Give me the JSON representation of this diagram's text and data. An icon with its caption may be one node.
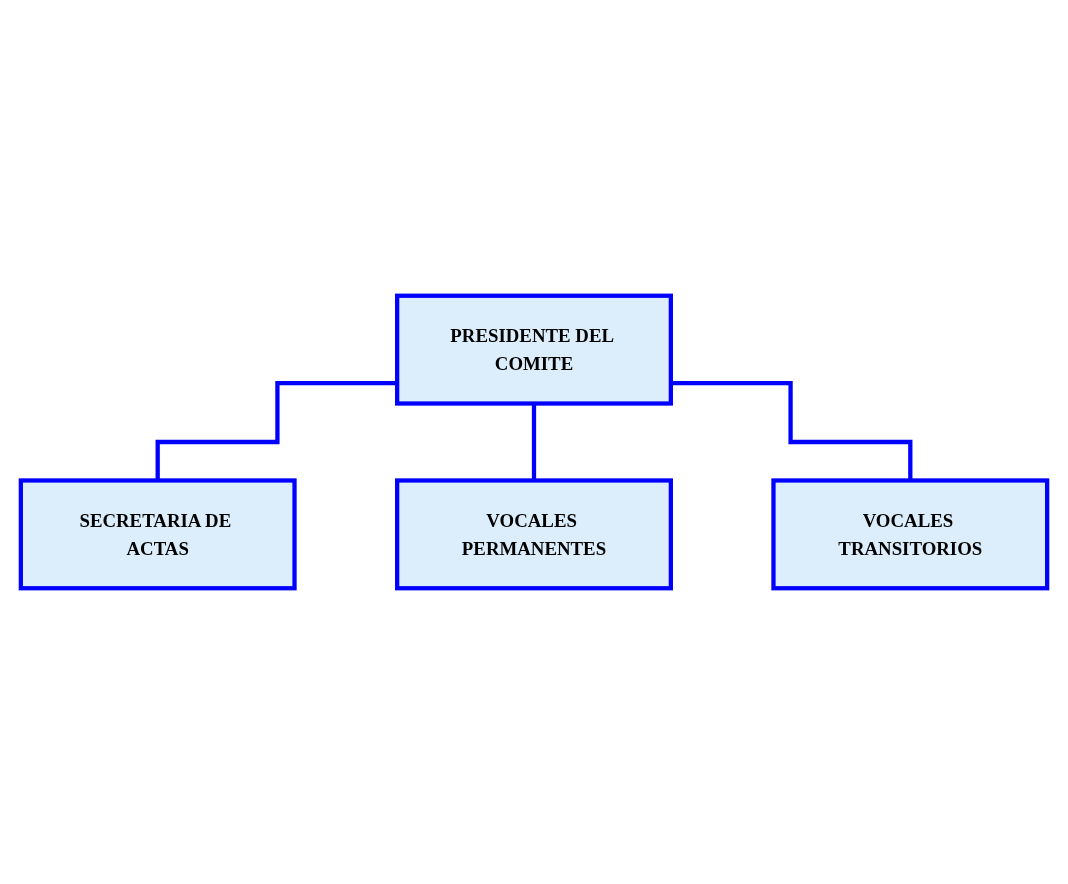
{
  "diagram": {
    "nodes": [
      {
        "text": [
          "PRESIDENTE DEL COMITE"
        ]
      },
      {
        "text": [
          "SECRETARIA DE ACTAS"
        ]
      },
      {
        "text": [
          "VOCALES PERMANENTES"
        ]
      },
      {
        "text": [
          "VOCALES TRANSITORIOS"
        ]
      }
    ],
    "edges": [
      {
        "from": 0,
        "to": 1,
        "arrow": "none"
      },
      {
        "from": 0,
        "to": 2,
        "arrow": "none"
      },
      {
        "from": 0,
        "to": 3,
        "arrow": "none"
      }
    ]
  }
}
